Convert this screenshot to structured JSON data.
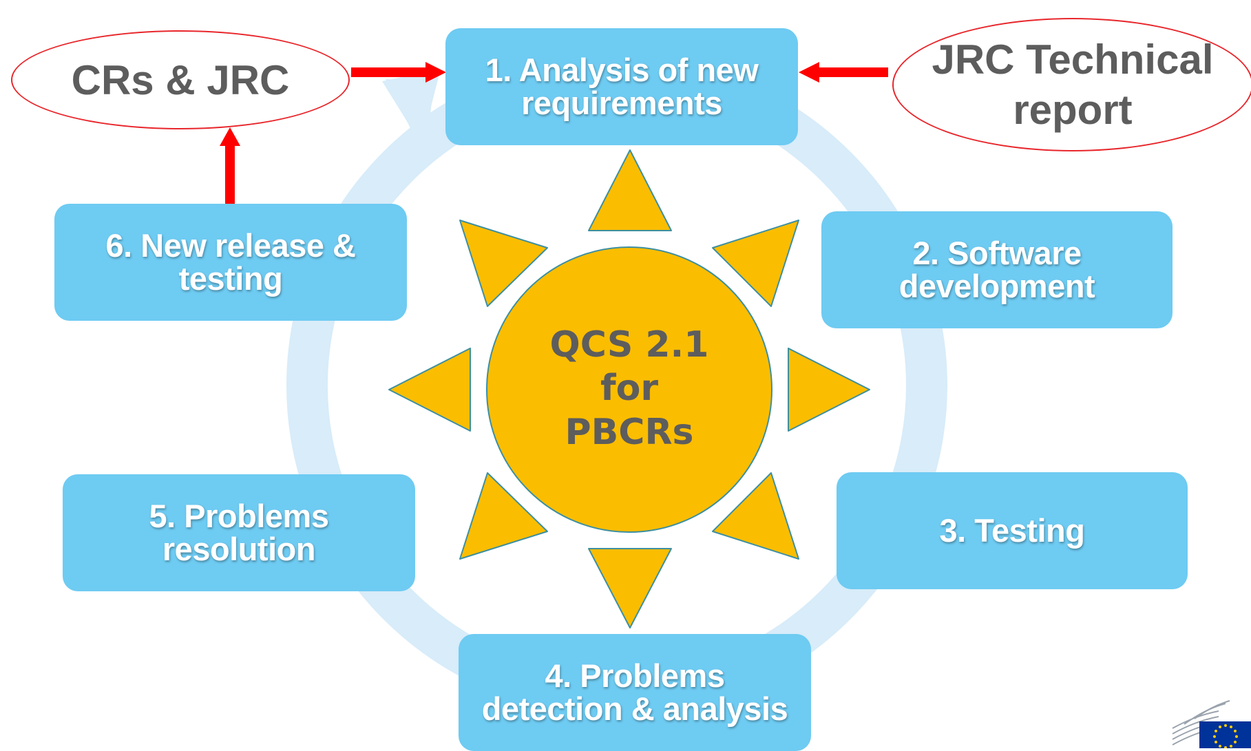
{
  "center": {
    "label": "QCS 2.1\nfor\nPBCRs"
  },
  "steps": [
    {
      "label": "1. Analysis of new\nrequirements"
    },
    {
      "label": "2. Software\ndevelopment"
    },
    {
      "label": "3. Testing"
    },
    {
      "label": "4. Problems\ndetection & analysis"
    },
    {
      "label": "5. Problems\nresolution"
    },
    {
      "label": "6. New release &\ntesting"
    }
  ],
  "sources": {
    "left": {
      "label": "CRs & JRC"
    },
    "right": {
      "label": "JRC Technical\nreport"
    }
  },
  "colors": {
    "step_box": "#6ecbf2",
    "cycle_ring": "#d8ecf9",
    "sun": "#fbbd00",
    "sun_outline": "#3d8fa0",
    "center_text": "#5d5d5d",
    "source_outline": "#e8262b",
    "feed_arrow": "#ff0000",
    "eu_flag": "#003399",
    "eu_stars": "#ffcc00"
  },
  "icons": {
    "sun_rays": "triangle-ray-icon",
    "feed_arrows": "arrow-right-icon",
    "logo": "european-commission-logo-icon"
  }
}
